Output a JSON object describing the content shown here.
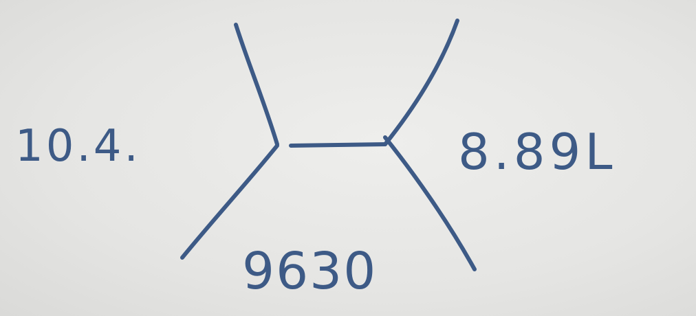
{
  "paper_color": "#e6e6e4",
  "ink_color": "#3d5a86",
  "labels": {
    "left": "10.4.",
    "right": "8.89L",
    "bottom": "9630"
  }
}
